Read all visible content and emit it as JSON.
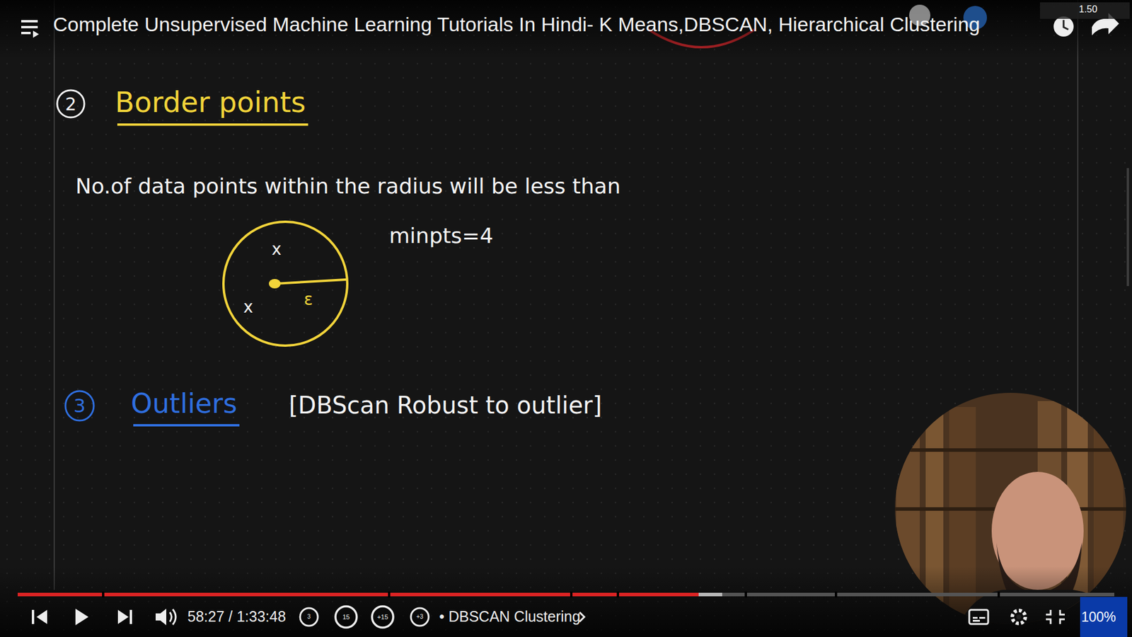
{
  "diagram": {
    "title": "Complete Unsupervised Machine Learning Tutorials In Hindi- K Means,DBSCAN, Hierarchical Clustering",
    "nodes": [
      {
        "text": [
          "2"
        ]
      },
      {
        "text": [
          "x",
          "x",
          "ε"
        ]
      },
      {
        "text": [
          "3"
        ]
      }
    ],
    "labels": [
      "Border points",
      "No.of data points within the radius will be less than minpts=4",
      "Outliers",
      "[DBScan Robust to outlier]",
      "58:27 / 1:33:48",
      "• DBSCAN Clustering",
      "100%",
      "1.50",
      "3",
      "15",
      "+15",
      "+3"
    ]
  }
}
